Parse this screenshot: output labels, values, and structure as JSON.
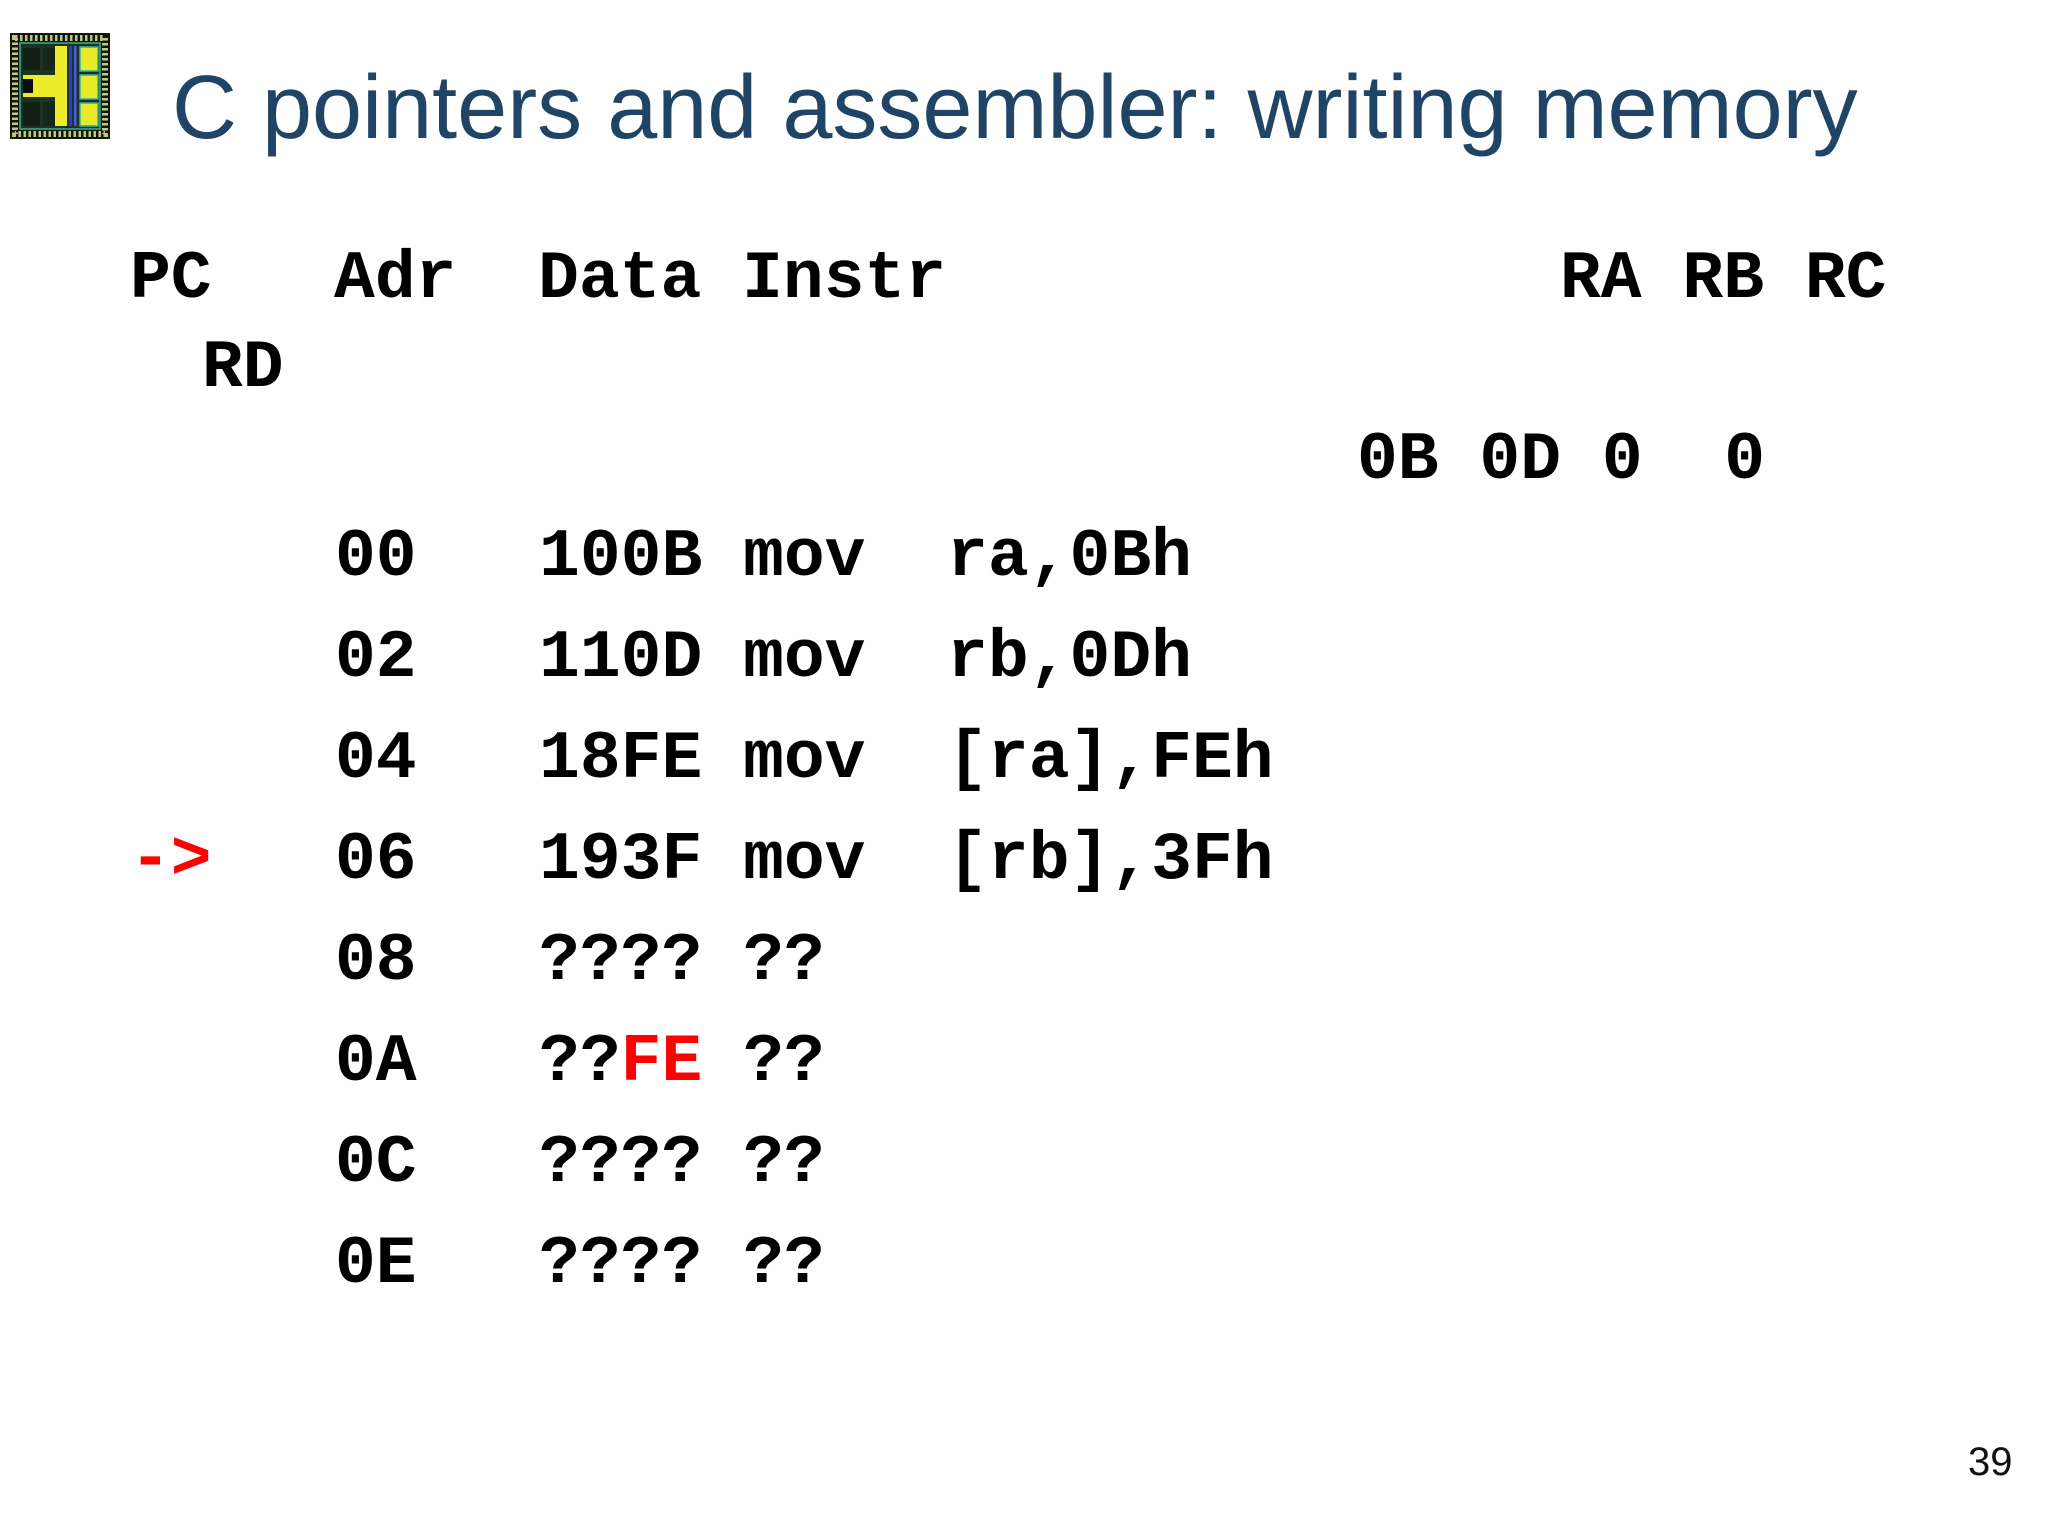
{
  "slide": {
    "title": "C pointers and assembler: writing memory",
    "page_number": "39"
  },
  "icon": {
    "name": "chip-die-icon"
  },
  "memory_table": {
    "headers": {
      "main": "PC   Adr  Data Instr",
      "registers": "RA RB RC",
      "wrapped": "RD"
    },
    "register_values": {
      "ra": "0B",
      "rb": "0D",
      "rc": "0",
      "rd": "0",
      "display": "0B 0D 0  0"
    },
    "pc_arrow": "->",
    "rows": [
      {
        "adr": "00",
        "data": "100B",
        "instr": "mov  ra,0Bh",
        "text": "00   100B mov  ra,0Bh"
      },
      {
        "adr": "02",
        "data": "110D",
        "instr": "mov  rb,0Dh",
        "text": "02   110D mov  rb,0Dh"
      },
      {
        "adr": "04",
        "data": "18FE",
        "instr": "mov  [ra],FEh",
        "text": "04   18FE mov  [ra],FEh"
      },
      {
        "adr": "06",
        "data": "193F",
        "instr": "mov  [rb],3Fh",
        "text": "06   193F mov  [rb],3Fh"
      },
      {
        "adr": "08",
        "data": "????",
        "instr": "??",
        "text": "08   ???? ??"
      },
      {
        "adr": "0A",
        "pre": "0A   ??",
        "red": "FE",
        "post": " ??"
      },
      {
        "adr": "0C",
        "data": "????",
        "instr": "??",
        "text": "0C   ???? ??"
      },
      {
        "adr": "0E",
        "data": "????",
        "instr": "??",
        "text": "0E   ???? ??"
      }
    ]
  },
  "colors": {
    "title": "#1F4466",
    "accent_red": "#FF0000",
    "text": "#000000"
  }
}
